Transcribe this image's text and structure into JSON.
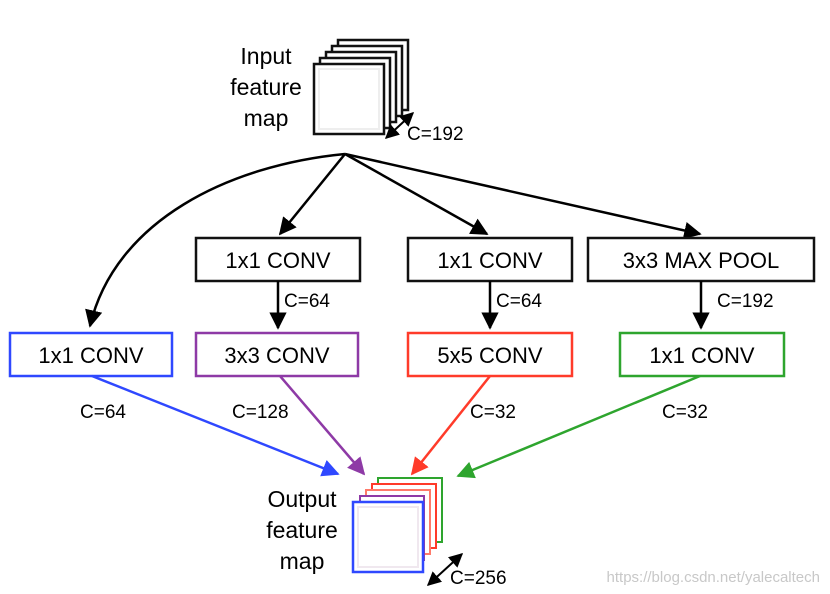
{
  "input": {
    "label_lines": [
      "Input",
      "feature",
      "map"
    ],
    "channels": "C=192"
  },
  "branches": [
    {
      "id": "b1",
      "top": null,
      "top_channels": null,
      "bottom": "1x1 CONV",
      "out_channels": "C=64",
      "color": "#2f48ff"
    },
    {
      "id": "b2",
      "top": "1x1 CONV",
      "top_channels": "C=64",
      "bottom": "3x3 CONV",
      "out_channels": "C=128",
      "color": "#8e3aa6"
    },
    {
      "id": "b3",
      "top": "1x1 CONV",
      "top_channels": "C=64",
      "bottom": "5x5 CONV",
      "out_channels": "C=32",
      "color": "#ff3b2a"
    },
    {
      "id": "b4",
      "top": "3x3 MAX POOL",
      "top_channels": "C=192",
      "bottom": "1x1 CONV",
      "out_channels": "C=32",
      "color": "#2ea52e"
    }
  ],
  "output": {
    "label_lines": [
      "Output",
      "feature",
      "map"
    ],
    "channels": "C=256"
  },
  "watermark": "https://blog.csdn.net/yalecaltech"
}
